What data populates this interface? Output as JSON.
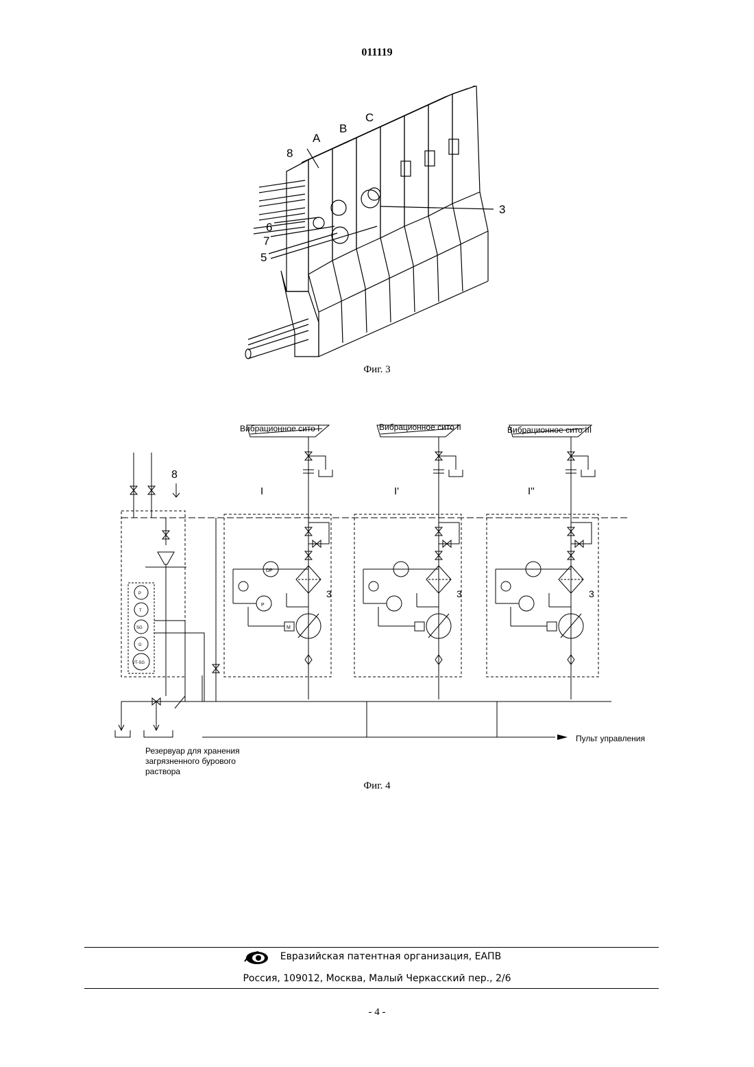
{
  "header": {
    "doc_number": "011119"
  },
  "figure3": {
    "caption": "Фиг. 3",
    "labels": {
      "eight": "8",
      "a": "A",
      "b": "B",
      "c": "C",
      "three": "3",
      "six": "6",
      "seven": "7",
      "five": "5"
    }
  },
  "figure4": {
    "caption": "Фиг. 4",
    "screens": [
      "Вибрационное сито I",
      "Вибрационное сито II",
      "Вибрационное сито III"
    ],
    "unit_labels": [
      "I",
      "I'",
      "I''"
    ],
    "label_eight": "8",
    "label_three": "3",
    "instrument_dp": "DP",
    "instrument_p": "P",
    "motor_m": "M",
    "sensors": [
      "P",
      "T",
      "SG",
      "G",
      "VT-SG"
    ],
    "control_panel": "Пульт управления",
    "reservoir_lines": [
      "Резервуар для хранения",
      "загрязненного бурового",
      "раствора"
    ]
  },
  "footer": {
    "org": "Евразийская патентная организация, ЕАПВ",
    "address": "Россия, 109012, Москва, Малый Черкасский пер., 2/6",
    "page": "- 4 -"
  }
}
